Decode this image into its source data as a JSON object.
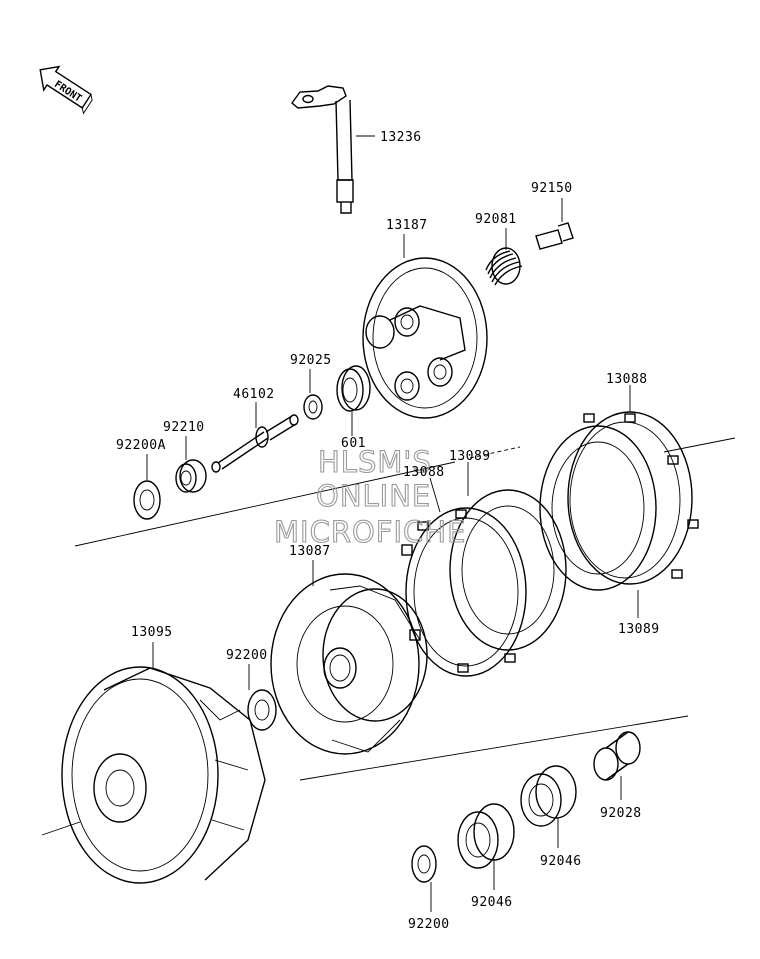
{
  "front_arrow": {
    "label": "FRONT"
  },
  "watermark": {
    "line1": "HLSM'S",
    "line2": "ONLINE",
    "line3": "MICROFICHE"
  },
  "parts": [
    {
      "id": "p13236",
      "number": "13236"
    },
    {
      "id": "p92150",
      "number": "92150"
    },
    {
      "id": "p92081",
      "number": "92081"
    },
    {
      "id": "p13187",
      "number": "13187"
    },
    {
      "id": "p92025",
      "number": "92025"
    },
    {
      "id": "p46102",
      "number": "46102"
    },
    {
      "id": "p92210",
      "number": "92210"
    },
    {
      "id": "p92200A",
      "number": "92200A"
    },
    {
      "id": "p601",
      "number": "601"
    },
    {
      "id": "p13088a",
      "number": "13088"
    },
    {
      "id": "p13088b",
      "number": "13088"
    },
    {
      "id": "p13089a",
      "number": "13089"
    },
    {
      "id": "p13089b",
      "number": "13089"
    },
    {
      "id": "p13087",
      "number": "13087"
    },
    {
      "id": "p13095",
      "number": "13095"
    },
    {
      "id": "p92200a",
      "number": "92200"
    },
    {
      "id": "p92200b",
      "number": "92200"
    },
    {
      "id": "p92028",
      "number": "92028"
    },
    {
      "id": "p92046a",
      "number": "92046"
    },
    {
      "id": "p92046b",
      "number": "92046"
    }
  ]
}
